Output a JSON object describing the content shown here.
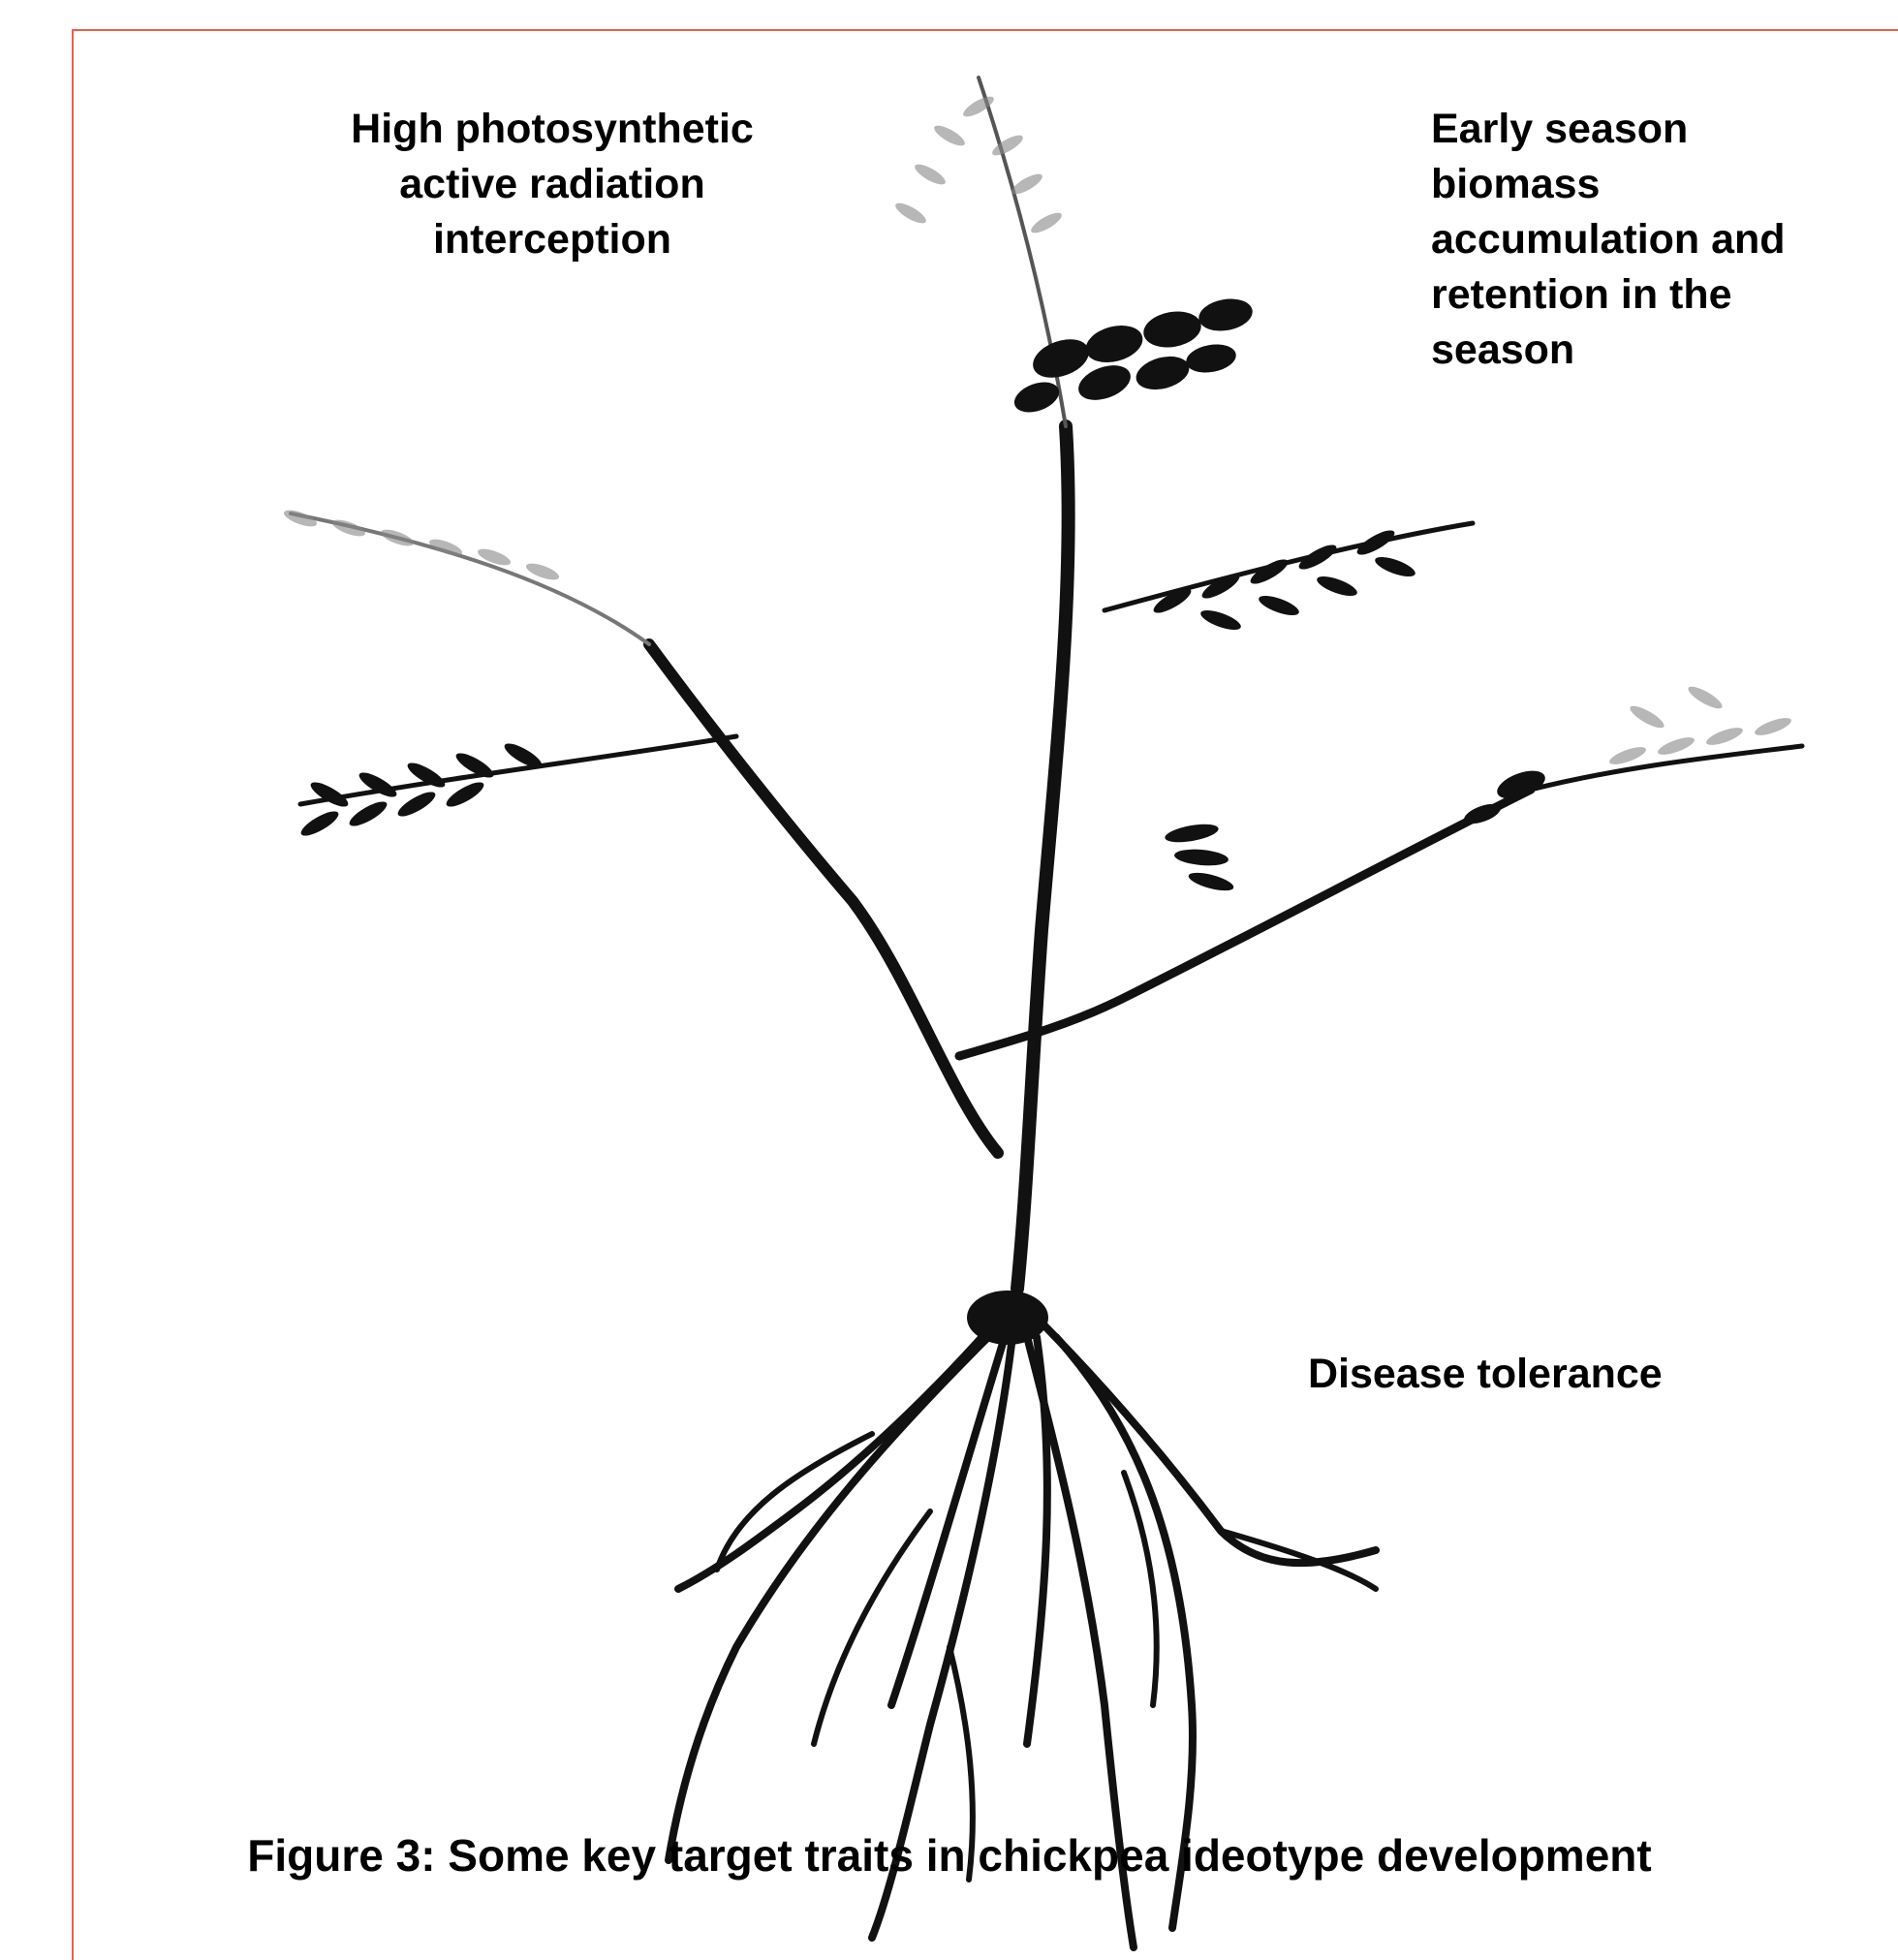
{
  "labels": {
    "par": "High photosynthetic active radiation interception",
    "biomass": "Early season biomass accumulation and retention in the season",
    "disease": "Disease tolerance"
  },
  "caption": "Figure 3: Some key target traits in chickpea ideotype development",
  "colors": {
    "frame": "#e8614a",
    "ink": "#000000"
  }
}
